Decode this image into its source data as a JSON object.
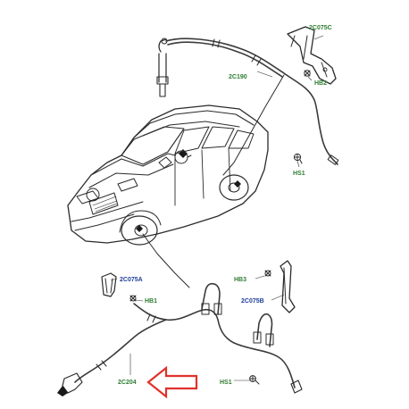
{
  "colors": {
    "label_green": "#2e7d32",
    "label_blue": "#1f3f9a",
    "arrow": "#e0312b",
    "ink": "#2b2b2b"
  },
  "labels": {
    "c2c075c": "2C075C",
    "c2c190": "2C190",
    "hb2": "HB2",
    "hs1_top": "HS1",
    "c2c075a": "2C075A",
    "hb1": "HB1",
    "hb3": "HB3",
    "c2c075b": "2C075B",
    "c2c204": "2C204",
    "hs1_bottom": "HS1"
  },
  "highlight": {
    "icon": "arrow-left-outline-icon",
    "target": "2C204"
  }
}
